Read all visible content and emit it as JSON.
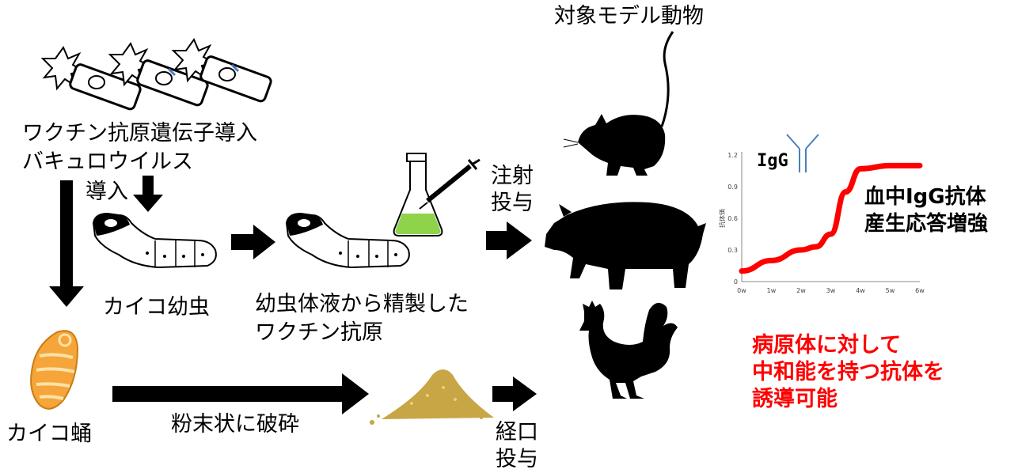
{
  "labels": {
    "target_animals": "対象モデル動物",
    "baculovirus_line1": "ワクチン抗原遺伝子導入",
    "baculovirus_line2": "バキュロウイルス",
    "introduce": "導入",
    "larva": "カイコ幼虫",
    "purified_line1": "幼虫体液から精製した",
    "purified_line2": "ワクチン抗原",
    "injection_line1": "注射",
    "injection_line2": "投与",
    "pupa": "カイコ蛹",
    "powder": "粉末状に破砕",
    "oral_line1": "経口",
    "oral_line2": "投与",
    "response_line1": "血中IgG抗体",
    "response_line2": "産生応答増強",
    "result_line1": "病原体に対して",
    "result_line2": "中和能を持つ抗体を",
    "result_line3": "誘導可能"
  },
  "chart_data": {
    "type": "line",
    "title": "IgG",
    "ylabel": "抗体価",
    "xlabel": "",
    "x": [
      "0w",
      "1w",
      "2w",
      "3w",
      "4w",
      "5w",
      "6w"
    ],
    "yticks": [
      "0",
      "0.3",
      "0.6",
      "0.9",
      "1.2"
    ],
    "ylim": [
      0,
      1.2
    ],
    "series": [
      {
        "color": "#ff0000",
        "points": [
          [
            0,
            0.1
          ],
          [
            1,
            0.2
          ],
          [
            2,
            0.3
          ],
          [
            2.5,
            0.33
          ],
          [
            3,
            0.45
          ],
          [
            3.5,
            0.85
          ],
          [
            4,
            1.07
          ],
          [
            5,
            1.1
          ],
          [
            6,
            1.1
          ]
        ]
      }
    ]
  },
  "colors": {
    "accent_red": "#ff0000",
    "antibody_blue": "#4a7fc0",
    "flask_liquid": "#8ed34a",
    "pupa_orange": "#f5a53a",
    "powder_gold": "#c8a545"
  }
}
